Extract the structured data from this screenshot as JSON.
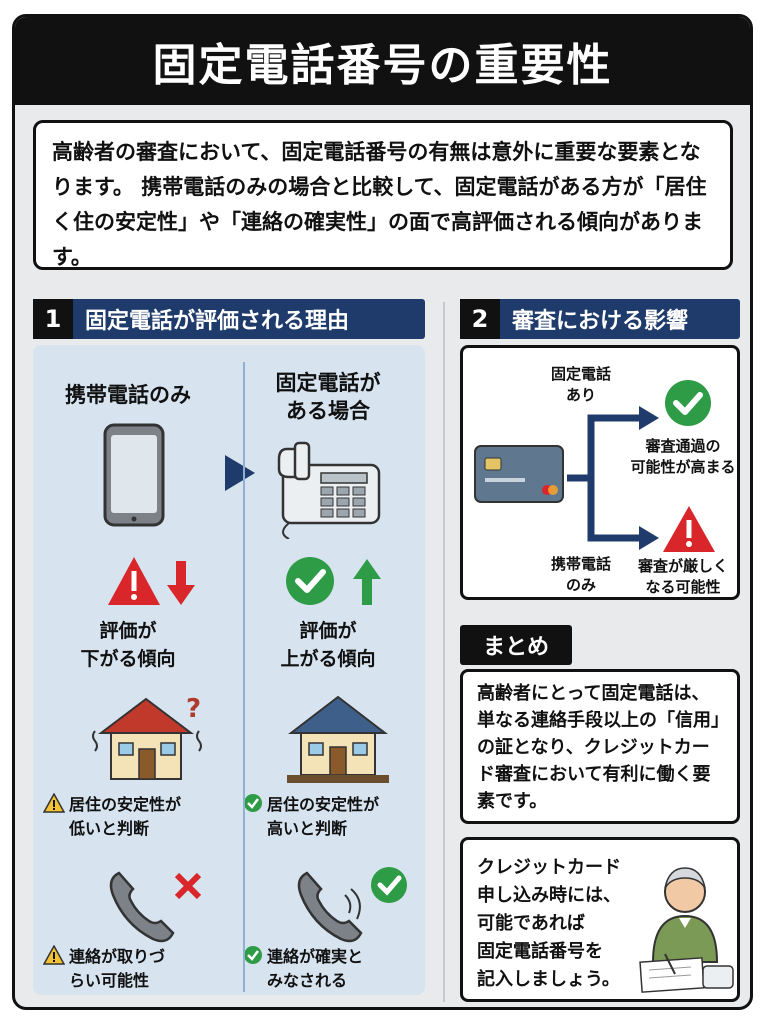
{
  "title": "固定電話番号の重要性",
  "intro": "高齢者の審査において、固定電話番号の有無は意外に重要な要素となります。 携帯電話のみの場合と比較して、固定電話がある方が「居住く住の安定性」や「連絡の確実性」の面で高評価される傾向があります。",
  "section1": {
    "number": "1",
    "title": "固定電話が評価される理由",
    "left": {
      "title": "携帯電話のみ",
      "rating": [
        "評価が",
        "下がる傾向"
      ],
      "note1": [
        "居住の安定性が",
        "低いと判断"
      ],
      "note2": [
        "連絡が取りづ",
        "らい可能性"
      ]
    },
    "right": {
      "title": [
        "固定電話が",
        "ある場合"
      ],
      "rating": [
        "評価が",
        "上がる傾向"
      ],
      "note1": [
        "居住の安定性が",
        "高いと判断"
      ],
      "note2": [
        "連絡が確実と",
        "みなされる"
      ]
    }
  },
  "section2": {
    "number": "2",
    "title": "審査における影響",
    "top_label": [
      "固定電話",
      "あり"
    ],
    "top_result": [
      "審査通過の",
      "可能性が高まる"
    ],
    "bottom_label": [
      "携帯電話",
      "のみ"
    ],
    "bottom_result": [
      "審査が厳しく",
      "なる可能性"
    ]
  },
  "summary": {
    "heading": "まとめ",
    "text": "高齢者にとって固定電話は、単なる連絡手段以上の「信用」の証となり、クレジットカード審査において有利に働く要素です。"
  },
  "tip": {
    "text": [
      "クレジットカード",
      "申し込み時には、",
      "可能であれば",
      "固定電話番号を",
      "記入しましょう。"
    ]
  },
  "colors": {
    "navy": "#1f3b6b",
    "red": "#d8262b",
    "green": "#2e9b47",
    "panel_blue": "#d7e4f0"
  }
}
